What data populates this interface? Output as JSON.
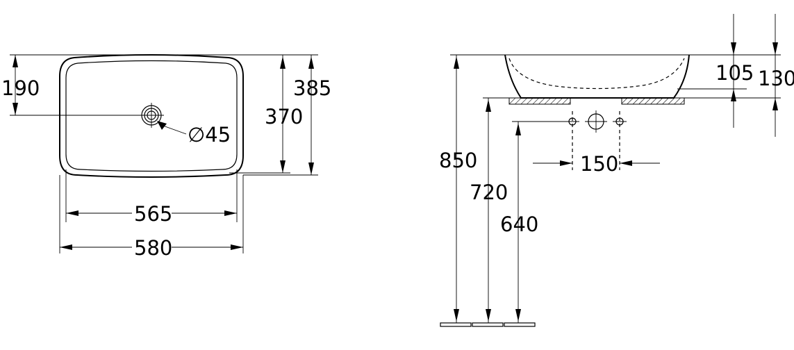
{
  "drawing": {
    "top_view": {
      "dim_tap_offset": "190",
      "dim_inner_depth": "370",
      "dim_outer_depth": "385",
      "dim_hole_diameter": "∅45",
      "dim_inner_width": "565",
      "dim_outer_width": "580"
    },
    "side_view": {
      "dim_total_height": "850",
      "dim_counter_height": "720",
      "dim_waste_height": "640",
      "dim_bowl_depth": "105",
      "dim_basin_height": "130",
      "dim_fixing_spacing": "150"
    },
    "colors": {
      "line": "#000000",
      "background": "#ffffff"
    }
  }
}
